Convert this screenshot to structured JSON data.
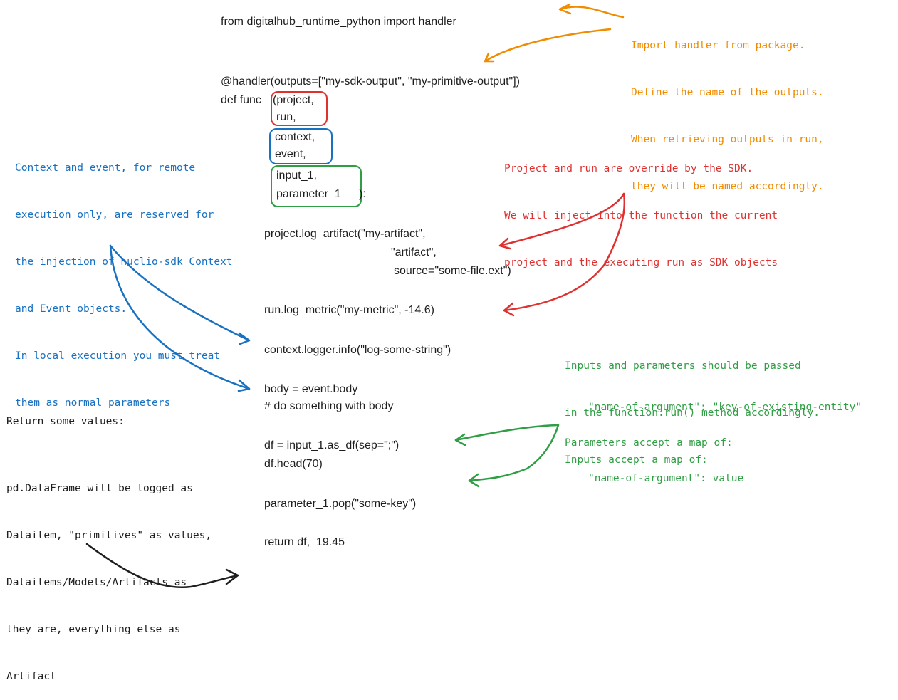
{
  "code": {
    "import_line": "from digitalhub_runtime_python import handler",
    "decorator_line": "@handler(outputs=[\"my-sdk-output\", \"my-primitive-output\"])",
    "def_prefix": "def func",
    "param_project": "(project,",
    "param_run": "run,",
    "param_context": "context,",
    "param_event": "event,",
    "param_input": "input_1,",
    "param_parameter": "parameter_1",
    "def_suffix": "):",
    "log_artifact_1": "project.log_artifact(\"my-artifact\",",
    "log_artifact_2": "\"artifact\",",
    "log_artifact_3": "source=\"some-file.ext\")",
    "log_metric": "run.log_metric(\"my-metric\", -14.6)",
    "logger_info": "context.logger.info(\"log-some-string\")",
    "body_assign": "body = event.body",
    "body_comment": "# do something with body",
    "df_assign": "df = input_1.as_df(sep=\";\")",
    "df_head": "df.head(70)",
    "param_pop": "parameter_1.pop(\"some-key\")",
    "return_line": "return df,  19.45"
  },
  "notes": {
    "orange": [
      "Import handler from package.",
      "Define the name of the outputs.",
      "When retrieving outputs in run,",
      "they will be named accordingly."
    ],
    "red": [
      "Project and run are override by the SDK.",
      "We will inject into the function the current",
      "project and the executing run as SDK objects"
    ],
    "blue": [
      "Context and event, for remote",
      "execution only, are reserved for",
      "the injection of nuclio-sdk Context",
      "and Event objects.",
      "In local execution you must treat",
      "them as normal parameters"
    ],
    "green_inputs": [
      "Inputs and parameters should be passed",
      "in the function.run() method accordingly.",
      "Inputs accept a map of:"
    ],
    "green_inputs_example": "\"name-of-argument\": \"key-of-existing-entity\"",
    "green_params": "Parameters accept a map of:",
    "green_params_example": "\"name-of-argument\": value",
    "black_title": "Return some values:",
    "black_body": [
      "pd.DataFrame will be logged as",
      "Dataitem, \"primitives\" as values,",
      "Dataitems/Models/Artifacts as",
      "they are, everything else as",
      "Artifact"
    ]
  },
  "colors": {
    "orange": "#f08c00",
    "red": "#e03131",
    "blue": "#1971c2",
    "green": "#2f9e44",
    "black": "#1e1e1e"
  }
}
